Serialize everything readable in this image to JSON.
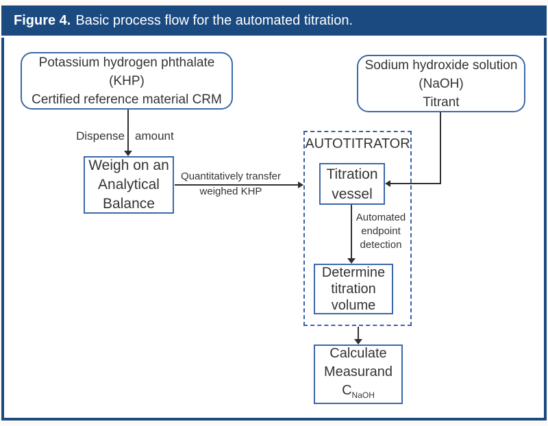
{
  "header": {
    "figure_label": "Figure 4.",
    "title": "Basic process flow for the automated titration."
  },
  "colors": {
    "header_bg": "#1a4a80",
    "frame_border": "#1a4a80",
    "box_border": "#3a67a8",
    "dashed_border": "#3a5fa8",
    "arrow": "#2f2f2f",
    "text": "#333333"
  },
  "diagram": {
    "khp_box": {
      "lines": [
        "Potassium hydrogen phthalate",
        "(KHP)",
        "Certified reference material CRM"
      ]
    },
    "naoh_box": {
      "lines": [
        "Sodium hydroxide solution",
        "(NaOH)",
        "Titrant"
      ]
    },
    "weigh_box": {
      "lines": [
        "Weigh on an",
        "Analytical",
        "Balance"
      ]
    },
    "autotitrator": {
      "label": "AUTOTITRATOR"
    },
    "titration_vessel_box": {
      "lines": [
        "Titration",
        "vessel"
      ]
    },
    "determine_box": {
      "lines": [
        "Determine",
        "titration",
        "volume"
      ]
    },
    "calculate_box": {
      "lines": [
        "Calculate",
        "Measurand"
      ],
      "formula_base": "C",
      "formula_sub": "NaOH"
    },
    "edge_labels": {
      "dispense_left": "Dispense",
      "dispense_right": "amount",
      "transfer_line1": "Quantitatively transfer",
      "transfer_line2": "weighed KHP",
      "endpoint_lines": [
        "Automated",
        "endpoint",
        "detection"
      ]
    }
  }
}
